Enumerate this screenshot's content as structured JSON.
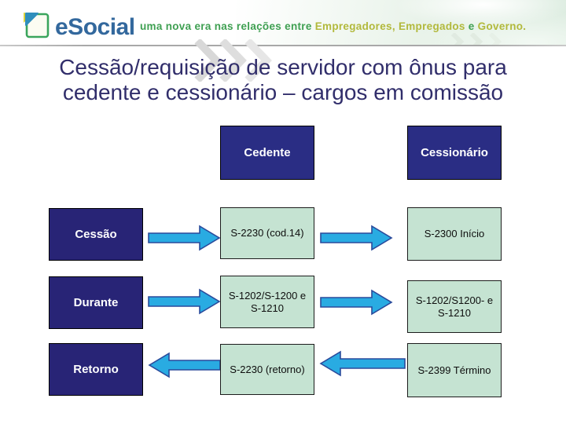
{
  "header": {
    "logo_text": "eSocial",
    "tagline": {
      "prefix": "uma nova era nas relações entre",
      "actors": "Empregadores, Empregados",
      "connector": "e",
      "government": "Governo."
    }
  },
  "title": {
    "line1": "Cessão/requisição de servidor com ônus para",
    "line2": "cedente e cessionário – cargos em comissão"
  },
  "diagram": {
    "column_headers": [
      "Cedente",
      "Cessionário"
    ],
    "rows": [
      {
        "label": "Cessão",
        "cedente_event": "S-2230 (cod.14)",
        "cessionario_event": "S-2300 Início",
        "arrow_direction": "right"
      },
      {
        "label": "Durante",
        "cedente_event": "S-1202/S-1200 e\nS-1210",
        "cessionario_event": "S-1202/S1200- e\nS-1210",
        "arrow_direction": "right"
      },
      {
        "label": "Retorno",
        "cedente_event": "S-2230 (retorno)",
        "cessionario_event": "S-2399 Término",
        "arrow_direction": "left"
      }
    ]
  },
  "colors": {
    "header_box_navy": "#2a2d84",
    "label_box_navy": "#282476",
    "event_box_mint": "#c5e3d2",
    "arrow_fill": "#29abe2",
    "arrow_outline": "#2a4a9b",
    "title_text": "#312e6b",
    "logo_text_blue": "#33689d",
    "tagline_green": "#3fa052",
    "tagline_olive": "#b2b93c",
    "logo_page_border_green": "#3aa55c",
    "logo_fold_blue": "#2f8ebc",
    "logo_accent_yellow": "#ddd23a"
  }
}
